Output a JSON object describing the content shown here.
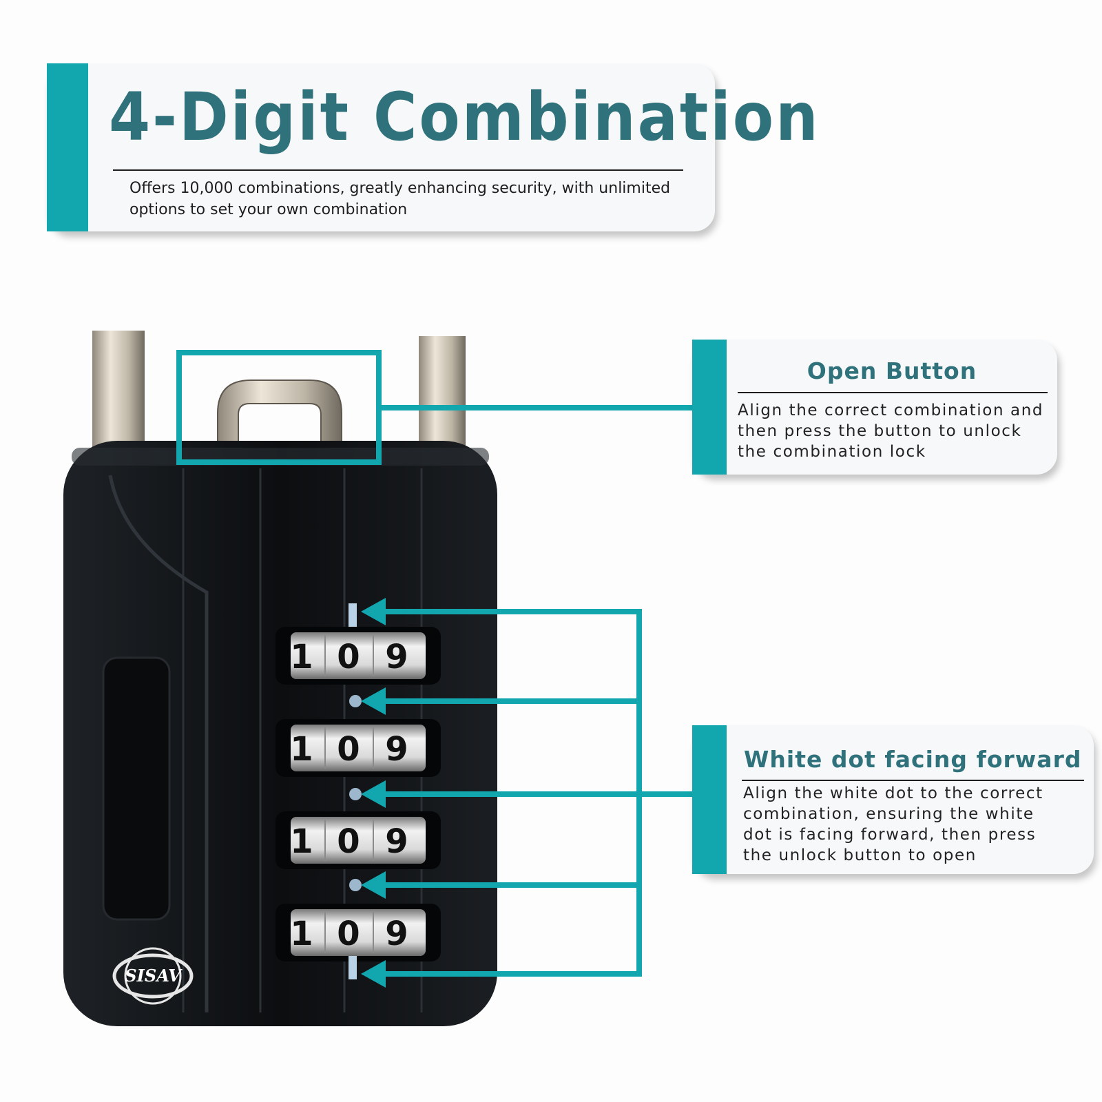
{
  "header": {
    "title": "4-Digit Combination",
    "description": "Offers 10,000 combinations, greatly enhancing security, with unlimited options to set your own combination"
  },
  "callouts": {
    "open_button": {
      "title": "Open Button",
      "description": "Align the correct combination and then press the button to unlock the combination lock"
    },
    "white_dot": {
      "title": "White dot facing forward",
      "description": "Align the white dot to the correct combination, ensuring the white dot is facing forward, then press the unlock button to open"
    }
  },
  "lock": {
    "brand": "SISAV",
    "dials": [
      [
        "1",
        "0",
        "9"
      ],
      [
        "1",
        "0",
        "9"
      ],
      [
        "1",
        "0",
        "9"
      ],
      [
        "1",
        "0",
        "9"
      ]
    ]
  },
  "colors": {
    "accent": "#12a6ae",
    "title_text": "#2f727b",
    "lock_body": "#121417",
    "metal": "#c9c2b4"
  }
}
